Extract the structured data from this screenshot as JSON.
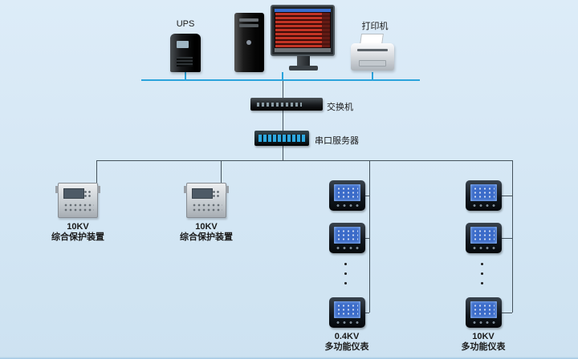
{
  "diagram": {
    "labels": {
      "ups": "UPS",
      "printer": "打印机",
      "switch": "交换机",
      "serial_server": "串口服务器"
    },
    "groups": {
      "protection1": {
        "voltage": "10KV",
        "name": "综合保护装置"
      },
      "protection2": {
        "voltage": "10KV",
        "name": "综合保护装置"
      },
      "meters_04kv": {
        "voltage": "0.4KV",
        "name": "多功能仪表"
      },
      "meters_10kv": {
        "voltage": "10KV",
        "name": "多功能仪表"
      }
    },
    "devices": [
      {
        "name": "ups-tower-icon"
      },
      {
        "name": "pc-tower-icon"
      },
      {
        "name": "crt-monitor-icon"
      },
      {
        "name": "printer-icon"
      },
      {
        "name": "network-switch-icon"
      },
      {
        "name": "serial-port-server-icon"
      },
      {
        "name": "protection-relay-icon"
      },
      {
        "name": "multifunction-meter-icon"
      }
    ],
    "colors": {
      "background_top": "#ddecf8",
      "background_bottom": "#cde2f1",
      "bus_line": "#2aa3db",
      "network_line": "#44525c",
      "meter_screen": "#3b6bc9",
      "label_text": "#1a1a1a"
    }
  }
}
